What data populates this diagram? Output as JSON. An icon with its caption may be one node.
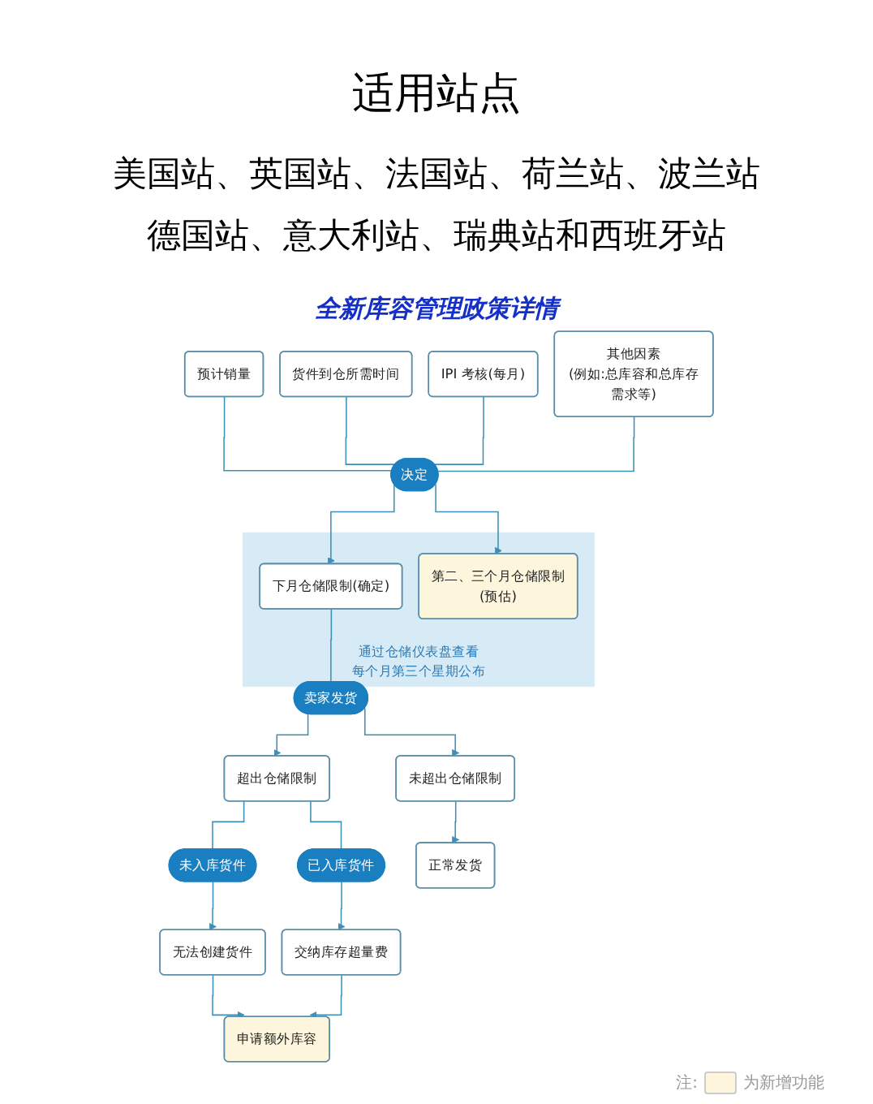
{
  "diagram": {
    "title": "全新库容管理政策详情",
    "nodes": [
      {
        "text": [
          "预计销量"
        ]
      },
      {
        "text": [
          "货件到仓所需时间"
        ]
      },
      {
        "text": [
          "IPI 考核(每月)"
        ]
      },
      {
        "text": [
          "其他因素",
          "(例如:总库容和总库存需求等)"
        ]
      },
      {
        "text": [
          "决定"
        ]
      },
      {
        "text": [
          "通过仓储仪表盘查看",
          "每个月第三个星期公布"
        ]
      },
      {
        "text": [
          "下月仓储限制(确定)"
        ],
        "in": 5
      },
      {
        "text": [
          "第二、三个月仓储限制(预估)"
        ],
        "in": 5
      },
      {
        "text": [
          "卖家发货"
        ]
      },
      {
        "text": [
          "超出仓储限制"
        ]
      },
      {
        "text": [
          "未超出仓储限制"
        ]
      },
      {
        "text": [
          "未入库货件"
        ]
      },
      {
        "text": [
          "已入库货件"
        ]
      },
      {
        "text": [
          "无法创建货件"
        ]
      },
      {
        "text": [
          "交纳库存超量费"
        ]
      },
      {
        "text": [
          "正常发货"
        ]
      },
      {
        "text": [
          "申请额外库容"
        ]
      }
    ],
    "edges": [
      {
        "from": 0,
        "to": 4,
        "arrow": "none"
      },
      {
        "from": 1,
        "to": 4,
        "arrow": "none"
      },
      {
        "from": 2,
        "to": 4,
        "arrow": "none"
      },
      {
        "from": 3,
        "to": 4,
        "arrow": "none"
      },
      {
        "from": 4,
        "to": 6,
        "arrow": "to"
      },
      {
        "from": 4,
        "to": 7,
        "arrow": "to"
      },
      {
        "from": 6,
        "to": 8,
        "arrow": "none"
      },
      {
        "from": 8,
        "to": 9,
        "arrow": "to"
      },
      {
        "from": 8,
        "to": 10,
        "arrow": "to"
      },
      {
        "from": 9,
        "to": 11,
        "arrow": "none"
      },
      {
        "from": 9,
        "to": 12,
        "arrow": "none"
      },
      {
        "from": 11,
        "to": 13,
        "arrow": "to"
      },
      {
        "from": 12,
        "to": 14,
        "arrow": "to"
      },
      {
        "from": 10,
        "to": 15,
        "arrow": "to"
      },
      {
        "from": 13,
        "to": 16,
        "arrow": "to"
      },
      {
        "from": 14,
        "to": 16,
        "arrow": "to"
      }
    ],
    "labels": [
      "适用站点",
      "美国站、英国站、法国站、荷兰站、波兰站",
      "德国站、意大利站、瑞典站和西班牙站",
      "注:"
    ],
    "legend": [
      {
        "text": "为新增功能",
        "color": "#fdf5dc"
      }
    ]
  }
}
